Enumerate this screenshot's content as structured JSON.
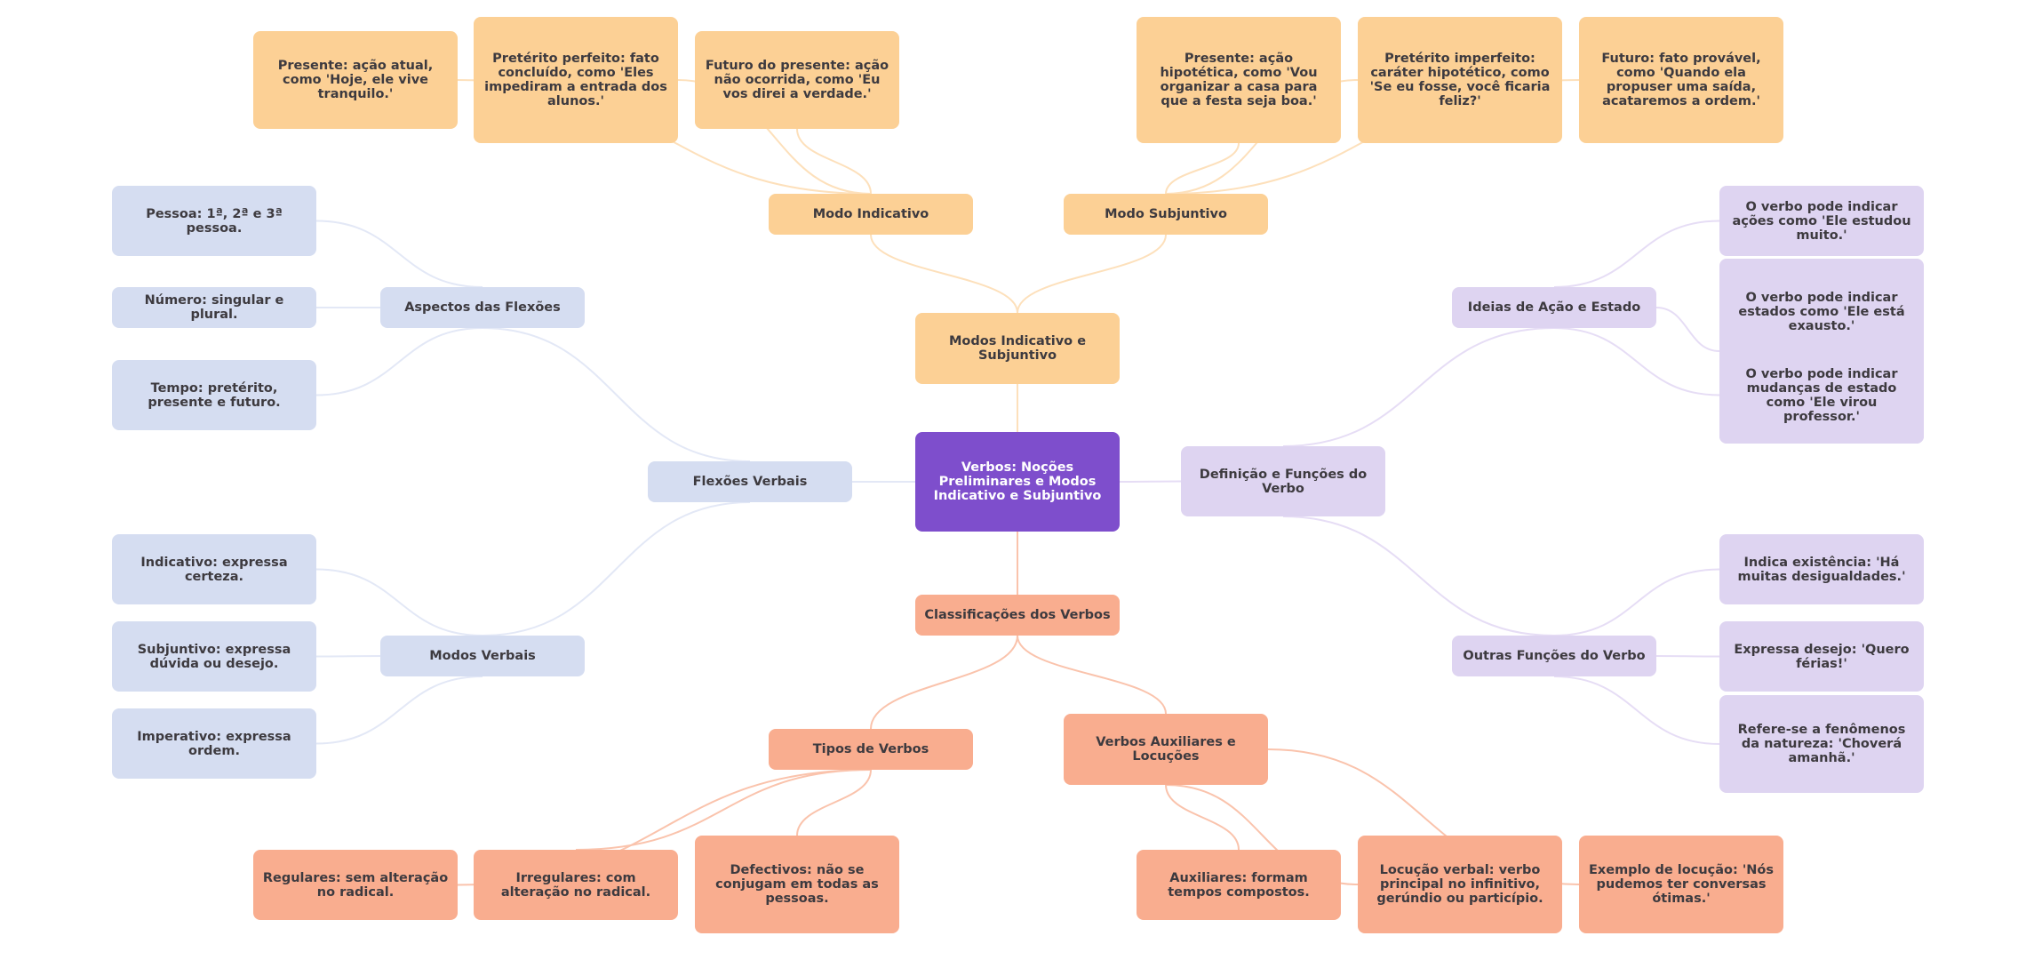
{
  "title": "Verbos: Noções Preliminares e Modos Indicativo e Subjuntivo",
  "colors": {
    "root": "#7e4ecc",
    "modos_branch": "#fcd095",
    "flexoes_branch": "#d5ddf1",
    "definicao_branch": "#ded4f1",
    "classificacoes_branch": "#f9ad8f",
    "modos_edge": "#fde0bb",
    "flexoes_edge": "#e3e8f6",
    "definicao_edge": "#e6ddf5",
    "classificacoes_edge": "#fac3ac",
    "text": "#3d3a3f"
  },
  "nodes": {
    "root": {
      "label": "Verbos: Noções Preliminares e Modos Indicativo e Subjuntivo"
    },
    "modos_ind_subj": {
      "label": "Modos Indicativo e Subjuntivo"
    },
    "modo_indicativo": {
      "label": "Modo Indicativo"
    },
    "modo_subjuntivo": {
      "label": "Modo Subjuntivo"
    },
    "ind_presente": {
      "label": "Presente: ação atual, como 'Hoje, ele vive tranquilo.'"
    },
    "ind_preterito": {
      "label": "Pretérito perfeito: fato concluído, como 'Eles impediram a entrada dos alunos.'"
    },
    "ind_futuro": {
      "label": "Futuro do presente: ação não ocorrida, como 'Eu vos direi a verdade.'"
    },
    "subj_presente": {
      "label": "Presente: ação hipotética, como 'Vou organizar a casa para que a festa seja boa.'"
    },
    "subj_preterito": {
      "label": "Pretérito imperfeito: caráter hipotético, como 'Se eu fosse, você ficaria feliz?'"
    },
    "subj_futuro": {
      "label": "Futuro: fato provável, como 'Quando ela propuser uma saída, acataremos a ordem.'"
    },
    "flexoes": {
      "label": "Flexões Verbais"
    },
    "aspectos": {
      "label": "Aspectos das Flexões"
    },
    "pessoa": {
      "label": "Pessoa: 1ª, 2ª e 3ª pessoa."
    },
    "numero": {
      "label": "Número: singular e plural."
    },
    "tempo": {
      "label": "Tempo: pretérito, presente e futuro."
    },
    "modos_verbais": {
      "label": "Modos Verbais"
    },
    "mv_indicativo": {
      "label": "Indicativo: expressa certeza."
    },
    "mv_subjuntivo": {
      "label": "Subjuntivo: expressa dúvida ou desejo."
    },
    "mv_imperativo": {
      "label": "Imperativo: expressa ordem."
    },
    "definicao": {
      "label": "Definição e Funções do Verbo"
    },
    "ideias": {
      "label": "Ideias de Ação e Estado"
    },
    "acoes": {
      "label": "O verbo pode indicar ações como 'Ele estudou muito.'"
    },
    "estados": {
      "label": "O verbo pode indicar estados como 'Ele está exausto.'"
    },
    "mudancas": {
      "label": "O verbo pode indicar mudanças de estado como 'Ele virou professor.'"
    },
    "outras": {
      "label": "Outras Funções do Verbo"
    },
    "existencia": {
      "label": "Indica existência: 'Há muitas desigualdades.'"
    },
    "desejo": {
      "label": "Expressa desejo: 'Quero férias!'"
    },
    "natureza": {
      "label": "Refere-se a fenômenos da natureza: 'Choverá amanhã.'"
    },
    "classificacoes": {
      "label": "Classificações dos Verbos"
    },
    "tipos": {
      "label": "Tipos de Verbos"
    },
    "regulares": {
      "label": "Regulares: sem alteração no radical."
    },
    "irregulares": {
      "label": "Irregulares: com alteração no radical."
    },
    "defectivos": {
      "label": "Defectivos: não se conjugam em todas as pessoas."
    },
    "auxiliares_locucoes": {
      "label": "Verbos Auxiliares e Locuções"
    },
    "auxiliares": {
      "label": "Auxiliares: formam tempos compostos."
    },
    "locucao": {
      "label": "Locução verbal: verbo principal no infinitivo, gerúndio ou particípio."
    },
    "exemplo": {
      "label": "Exemplo de locução: 'Nós pudemos ter conversas ótimas.'"
    }
  },
  "edges": [
    [
      "root",
      "modos_ind_subj",
      "modos_edge"
    ],
    [
      "modos_ind_subj",
      "modo_indicativo",
      "modos_edge"
    ],
    [
      "modos_ind_subj",
      "modo_subjuntivo",
      "modos_edge"
    ],
    [
      "modo_indicativo",
      "ind_presente",
      "modos_edge"
    ],
    [
      "modo_indicativo",
      "ind_preterito",
      "modos_edge"
    ],
    [
      "modo_indicativo",
      "ind_futuro",
      "modos_edge"
    ],
    [
      "modo_subjuntivo",
      "subj_presente",
      "modos_edge"
    ],
    [
      "modo_subjuntivo",
      "subj_preterito",
      "modos_edge"
    ],
    [
      "modo_subjuntivo",
      "subj_futuro",
      "modos_edge"
    ],
    [
      "root",
      "flexoes",
      "flexoes_edge"
    ],
    [
      "flexoes",
      "aspectos",
      "flexoes_edge"
    ],
    [
      "aspectos",
      "pessoa",
      "flexoes_edge"
    ],
    [
      "aspectos",
      "numero",
      "flexoes_edge"
    ],
    [
      "aspectos",
      "tempo",
      "flexoes_edge"
    ],
    [
      "flexoes",
      "modos_verbais",
      "flexoes_edge"
    ],
    [
      "modos_verbais",
      "mv_indicativo",
      "flexoes_edge"
    ],
    [
      "modos_verbais",
      "mv_subjuntivo",
      "flexoes_edge"
    ],
    [
      "modos_verbais",
      "mv_imperativo",
      "flexoes_edge"
    ],
    [
      "root",
      "definicao",
      "definicao_edge"
    ],
    [
      "definicao",
      "ideias",
      "definicao_edge"
    ],
    [
      "ideias",
      "acoes",
      "definicao_edge"
    ],
    [
      "ideias",
      "estados",
      "definicao_edge"
    ],
    [
      "ideias",
      "mudancas",
      "definicao_edge"
    ],
    [
      "definicao",
      "outras",
      "definicao_edge"
    ],
    [
      "outras",
      "existencia",
      "definicao_edge"
    ],
    [
      "outras",
      "desejo",
      "definicao_edge"
    ],
    [
      "outras",
      "natureza",
      "definicao_edge"
    ],
    [
      "root",
      "classificacoes",
      "classificacoes_edge"
    ],
    [
      "classificacoes",
      "tipos",
      "classificacoes_edge"
    ],
    [
      "tipos",
      "regulares",
      "classificacoes_edge"
    ],
    [
      "tipos",
      "irregulares",
      "classificacoes_edge"
    ],
    [
      "tipos",
      "defectivos",
      "classificacoes_edge"
    ],
    [
      "classificacoes",
      "auxiliares_locucoes",
      "classificacoes_edge"
    ],
    [
      "auxiliares_locucoes",
      "auxiliares",
      "classificacoes_edge"
    ],
    [
      "auxiliares_locucoes",
      "locucao",
      "classificacoes_edge"
    ],
    [
      "auxiliares_locucoes",
      "exemplo",
      "classificacoes_edge"
    ]
  ]
}
